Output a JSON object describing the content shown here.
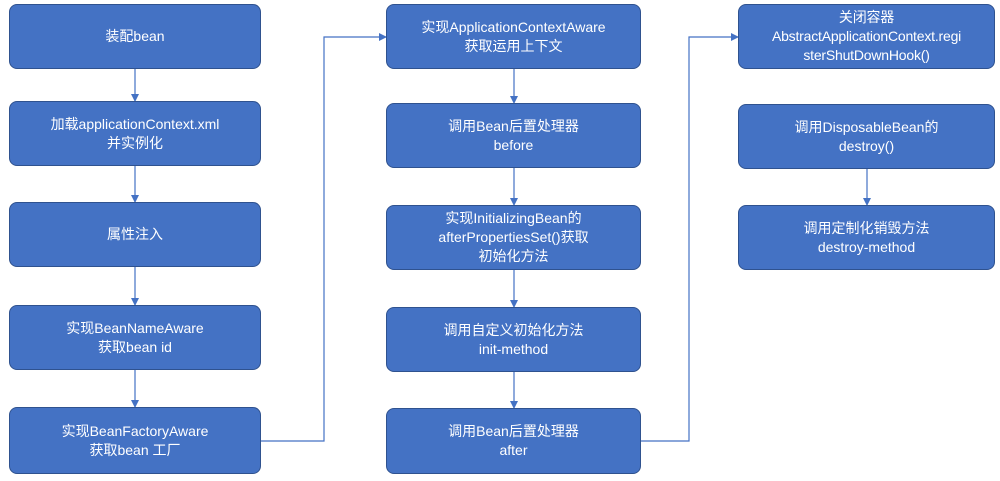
{
  "nodes": [
    {
      "id": "n1",
      "lines": [
        "装配bean"
      ]
    },
    {
      "id": "n2",
      "lines": [
        "加载applicationContext.xml",
        "并实例化"
      ]
    },
    {
      "id": "n3",
      "lines": [
        "属性注入"
      ]
    },
    {
      "id": "n4",
      "lines": [
        "实现BeanNameAware",
        "获取bean id"
      ]
    },
    {
      "id": "n5",
      "lines": [
        "实现BeanFactoryAware",
        "获取bean 工厂"
      ]
    },
    {
      "id": "n6",
      "lines": [
        "实现ApplicationContextAware",
        "获取运用上下文"
      ]
    },
    {
      "id": "n7",
      "lines": [
        "调用Bean后置处理器",
        "before"
      ]
    },
    {
      "id": "n8",
      "lines": [
        "实现InitializingBean的",
        "afterPropertiesSet()获取",
        "初始化方法"
      ]
    },
    {
      "id": "n9",
      "lines": [
        "调用自定义初始化方法",
        "init-method"
      ]
    },
    {
      "id": "n10",
      "lines": [
        "调用Bean后置处理器",
        "after"
      ]
    },
    {
      "id": "n11",
      "lines": [
        "关闭容器",
        "AbstractApplicationContext.regi",
        "sterShutDownHook()"
      ]
    },
    {
      "id": "n12",
      "lines": [
        "调用DisposableBean的",
        "destroy()"
      ]
    },
    {
      "id": "n13",
      "lines": [
        "调用定制化销毁方法",
        "destroy-method"
      ]
    }
  ],
  "edges": [
    {
      "from": "n1",
      "to": "n2"
    },
    {
      "from": "n2",
      "to": "n3"
    },
    {
      "from": "n3",
      "to": "n4"
    },
    {
      "from": "n4",
      "to": "n5"
    },
    {
      "from": "n5",
      "to": "n6"
    },
    {
      "from": "n6",
      "to": "n7"
    },
    {
      "from": "n7",
      "to": "n8"
    },
    {
      "from": "n8",
      "to": "n9"
    },
    {
      "from": "n9",
      "to": "n10"
    },
    {
      "from": "n10",
      "to": "n11"
    },
    {
      "from": "n12",
      "to": "n13"
    }
  ],
  "colors": {
    "box_fill": "#4472C4",
    "box_border": "#2F528F",
    "text": "#FFFFFF",
    "connector": "#4472C4"
  }
}
